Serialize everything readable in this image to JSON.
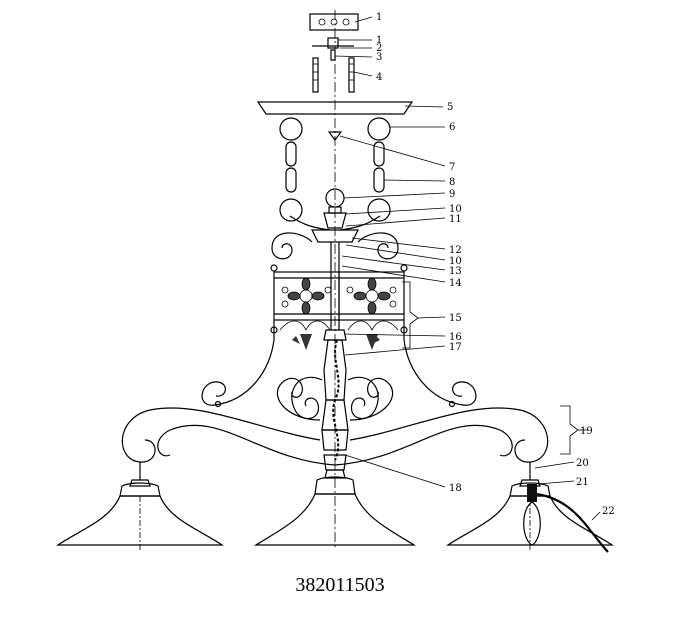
{
  "drawing": {
    "product_code": "382011503",
    "callouts": [
      "1",
      "1",
      "2",
      "3",
      "4",
      "5",
      "6",
      "7",
      "8",
      "9",
      "10",
      "11",
      "12",
      "10",
      "13",
      "14",
      "15",
      "16",
      "17",
      "18",
      "19",
      "20",
      "21",
      "22"
    ]
  }
}
